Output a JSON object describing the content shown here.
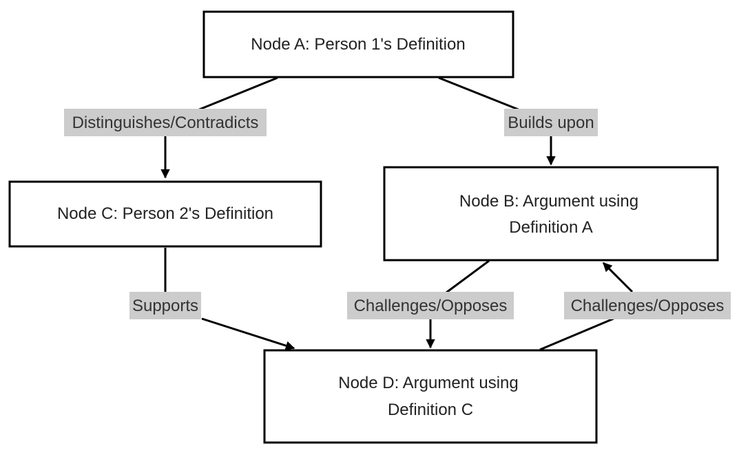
{
  "diagram": {
    "colors": {
      "node_fill": "#ffffff",
      "node_stroke": "#000000",
      "edge_stroke": "#000000",
      "label_bg": "#cccccc",
      "text": "#222222"
    },
    "nodes": {
      "a": {
        "line1": "Node A: Person 1's Definition"
      },
      "b": {
        "line1": "Node B: Argument using",
        "line2": "Definition A"
      },
      "c": {
        "line1": "Node C: Person 2's Definition"
      },
      "d": {
        "line1": "Node D: Argument using",
        "line2": "Definition C"
      }
    },
    "edges": {
      "a_to_c": {
        "label": "Distinguishes/Contradicts"
      },
      "a_to_b": {
        "label": "Builds upon"
      },
      "c_to_d": {
        "label": "Supports"
      },
      "b_to_d": {
        "label": "Challenges/Opposes"
      },
      "d_to_b": {
        "label": "Challenges/Opposes"
      }
    }
  }
}
